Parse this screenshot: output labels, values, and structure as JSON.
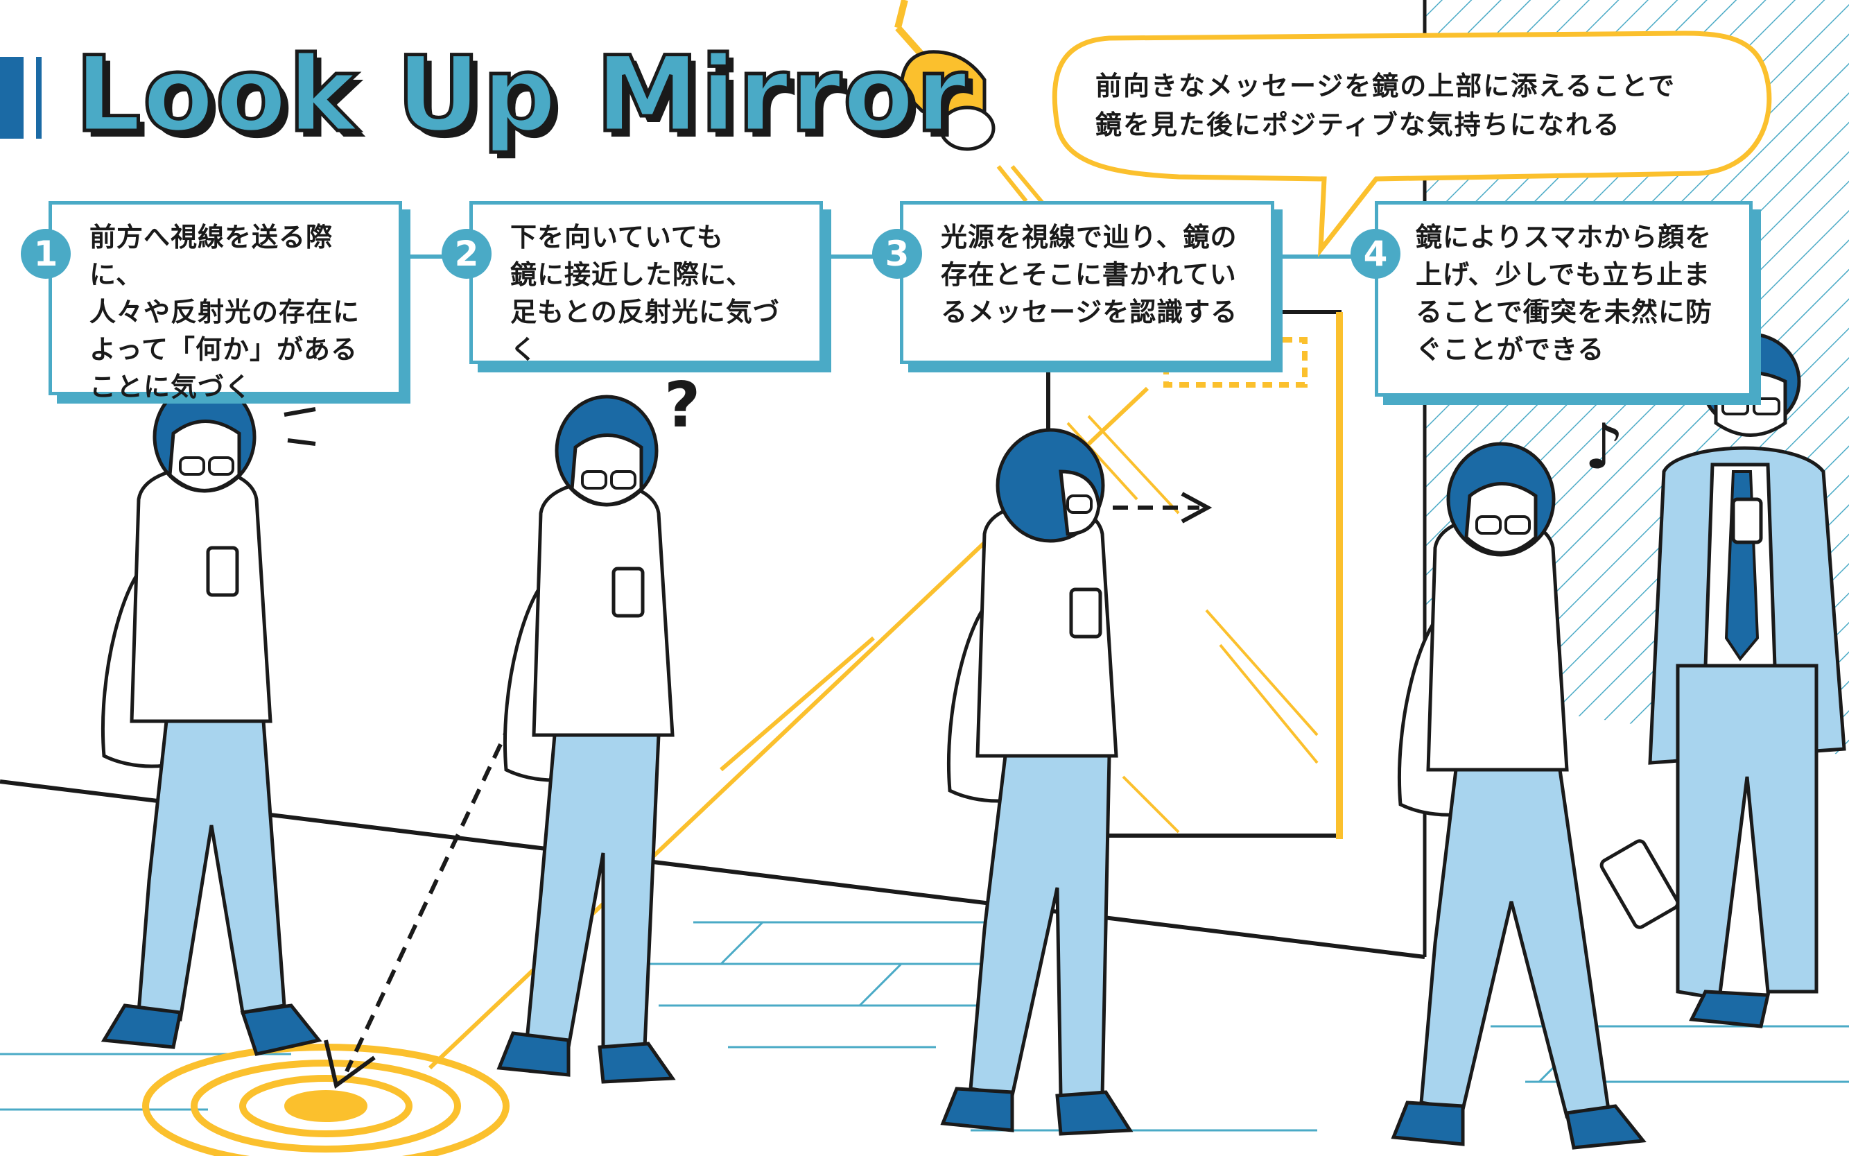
{
  "title": "Look Up Mirror",
  "bubble": {
    "text": "前向きなメッセージを鏡の上部に添えることで\n鏡を見た後にポジティブな気持ちになれる"
  },
  "steps": [
    {
      "number": "1",
      "text": "前方へ視線を送る際に、\n人々や反射光の存在に\nよって「何か」がある\nことに気づく"
    },
    {
      "number": "2",
      "text": "下を向いていても\n鏡に接近した際に、\n足もとの反射光に気づく"
    },
    {
      "number": "3",
      "text": "光源を視線で辿り、鏡の\n存在とそこに書かれてい\nるメッセージを認識する"
    },
    {
      "number": "4",
      "text": "鏡によりスマホから顔を\n上げ、少しでも立ち止ま\nることで衝突を未然に防\nぐことができる"
    }
  ],
  "marks": {
    "question": "?",
    "note": "♪"
  },
  "colors": {
    "accent": "#4aaac6",
    "title_bar": "#1b6aa5",
    "hair": "#1b6aa5",
    "pants": "#a8d4ee",
    "light": "#fbc02d",
    "ink": "#1a1a1a"
  },
  "icons": [
    "ceiling-light-icon",
    "mirror-icon",
    "floor-light-circles-icon",
    "music-note-icon",
    "question-mark-icon"
  ]
}
